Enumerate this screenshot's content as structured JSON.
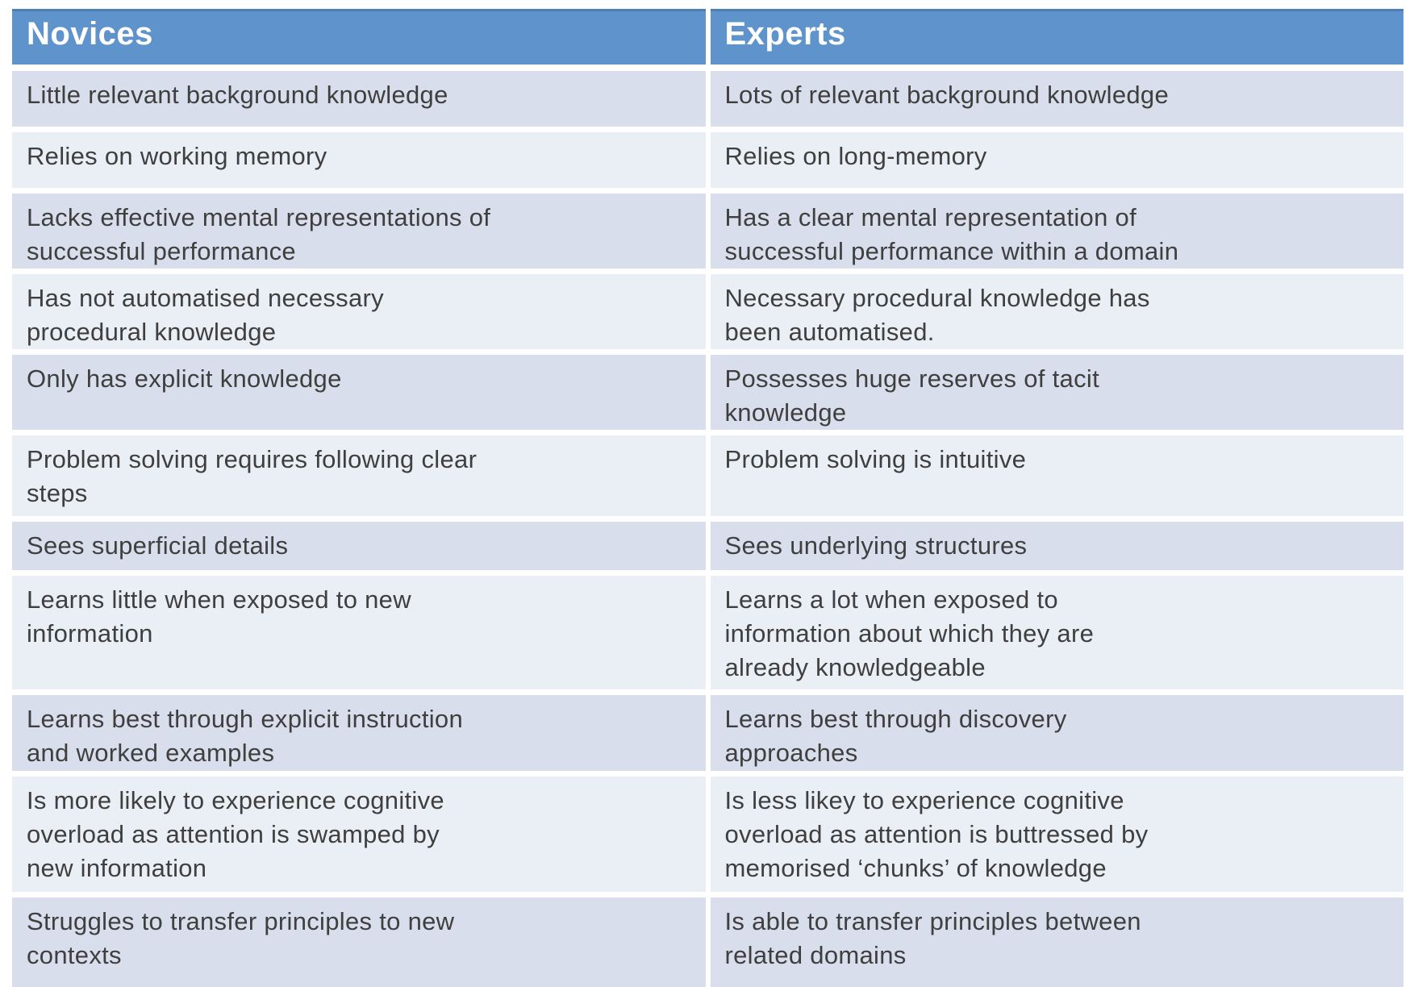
{
  "colors": {
    "header_bg": "#5f93cb",
    "header_border_top": "#4d7fb6",
    "header_text": "#ffffff",
    "row_band_dark": "#d8deeb",
    "row_band_light": "#eaeef5",
    "body_text": "#3f3f3f"
  },
  "table": {
    "headers": [
      {
        "label": "Novices"
      },
      {
        "label": "Experts"
      }
    ],
    "rows": [
      {
        "novice": "Little relevant background knowledge",
        "expert": "Lots of relevant background knowledge"
      },
      {
        "novice": "Relies on working memory",
        "expert": "Relies on long-memory"
      },
      {
        "novice": "Lacks effective mental representations of\nsuccessful performance",
        "expert": "Has a clear mental representation of\nsuccessful performance within a domain"
      },
      {
        "novice": "Has not automatised necessary\nprocedural knowledge",
        "expert": "Necessary procedural knowledge has\nbeen automatised."
      },
      {
        "novice": "Only has explicit knowledge",
        "expert": "Possesses huge reserves of tacit\nknowledge"
      },
      {
        "novice": "Problem solving requires following clear\nsteps",
        "expert": "Problem solving is intuitive"
      },
      {
        "novice": "Sees superficial details",
        "expert": "Sees underlying structures"
      },
      {
        "novice": "Learns little when exposed to new\ninformation",
        "expert": "Learns a lot when exposed to\ninformation about which they are\nalready knowledgeable"
      },
      {
        "novice": "Learns best through explicit instruction\nand worked examples",
        "expert": "Learns best through discovery\napproaches"
      },
      {
        "novice": "Is more likely to experience cognitive\noverload as attention is swamped by\nnew information",
        "expert": "Is less likey to experience cognitive\noverload as attention is buttressed by\nmemorised ‘chunks’ of knowledge"
      },
      {
        "novice": "Struggles to transfer principles to new\ncontexts",
        "expert": "Is able to transfer principles between\nrelated domains"
      }
    ]
  }
}
